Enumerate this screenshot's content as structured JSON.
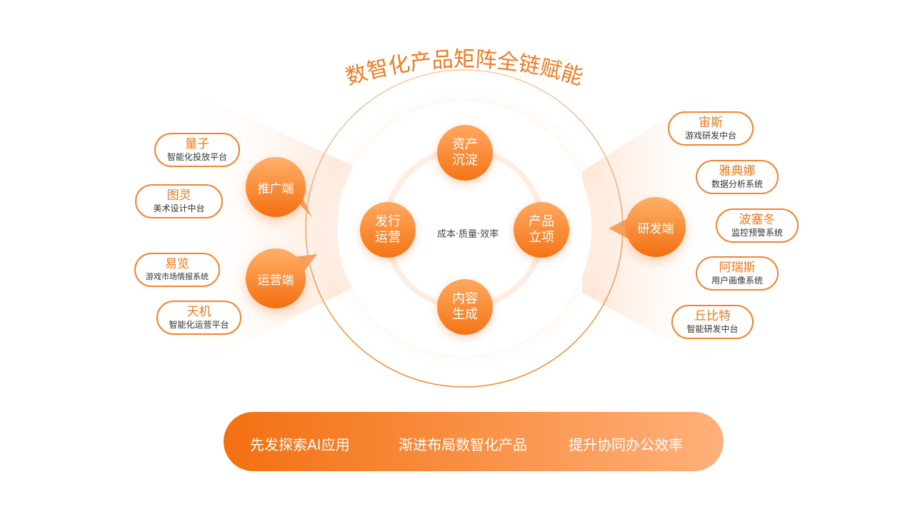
{
  "title": "数智化产品矩阵全链赋能",
  "center_text": "成本·质量·效率",
  "core_nodes": [
    {
      "label": "资产\n沉淀"
    },
    {
      "label": "发行\n运营"
    },
    {
      "label": "产品\n立项"
    },
    {
      "label": "内容\n生成"
    }
  ],
  "hubs": {
    "promotion": "推广端",
    "operation": "运营端",
    "rnd": "研发端"
  },
  "left_products": [
    {
      "name": "量子",
      "desc": "智能化投放平台"
    },
    {
      "name": "图灵",
      "desc": "美术设计中台"
    },
    {
      "name": "易览",
      "desc": "游戏市场情报系统"
    },
    {
      "name": "天机",
      "desc": "智能化运营平台"
    }
  ],
  "right_products": [
    {
      "name": "宙斯",
      "desc": "游戏研发中台"
    },
    {
      "name": "雅典娜",
      "desc": "数据分析系统"
    },
    {
      "name": "波塞冬",
      "desc": "监控预警系统"
    },
    {
      "name": "阿瑞斯",
      "desc": "用户画像系统"
    },
    {
      "name": "丘比特",
      "desc": "智能研发中台"
    }
  ],
  "bottom_bar": [
    "先发探索AI应用",
    "渐进布局数智化产品",
    "提升协同办公效率"
  ],
  "colors": {
    "accent": "#f47a20",
    "accent_light": "#ffb07a"
  }
}
